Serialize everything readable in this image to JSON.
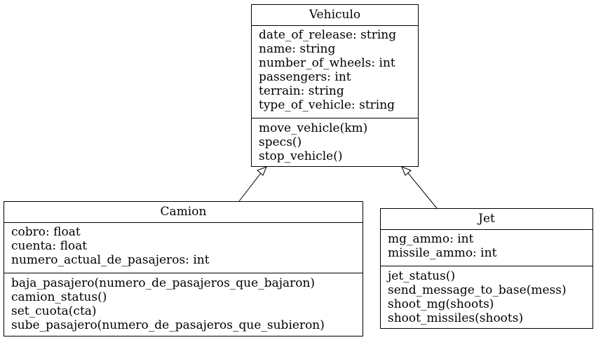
{
  "classes": {
    "vehiculo": {
      "name": "Vehiculo",
      "attributes": [
        "date_of_release: string",
        "name: string",
        "number_of_wheels: int",
        "passengers: int",
        "terrain: string",
        "type_of_vehicle: string"
      ],
      "methods": [
        "move_vehicle(km)",
        "specs()",
        "stop_vehicle()"
      ]
    },
    "camion": {
      "name": "Camion",
      "attributes": [
        "cobro: float",
        "cuenta: float",
        "numero_actual_de_pasajeros: int"
      ],
      "methods": [
        "baja_pasajero(numero_de_pasajeros_que_bajaron)",
        "camion_status()",
        "set_cuota(cta)",
        "sube_pasajero(numero_de_pasajeros_que_subieron)"
      ]
    },
    "jet": {
      "name": "Jet",
      "attributes": [
        "mg_ammo: int",
        "missile_ammo: int"
      ],
      "methods": [
        "jet_status()",
        "send_message_to_base(mess)",
        "shoot_mg(shoots)",
        "shoot_missiles(shoots)"
      ]
    }
  },
  "relations": [
    {
      "type": "inheritance",
      "from": "Camion",
      "to": "Vehiculo"
    },
    {
      "type": "inheritance",
      "from": "Jet",
      "to": "Vehiculo"
    }
  ]
}
